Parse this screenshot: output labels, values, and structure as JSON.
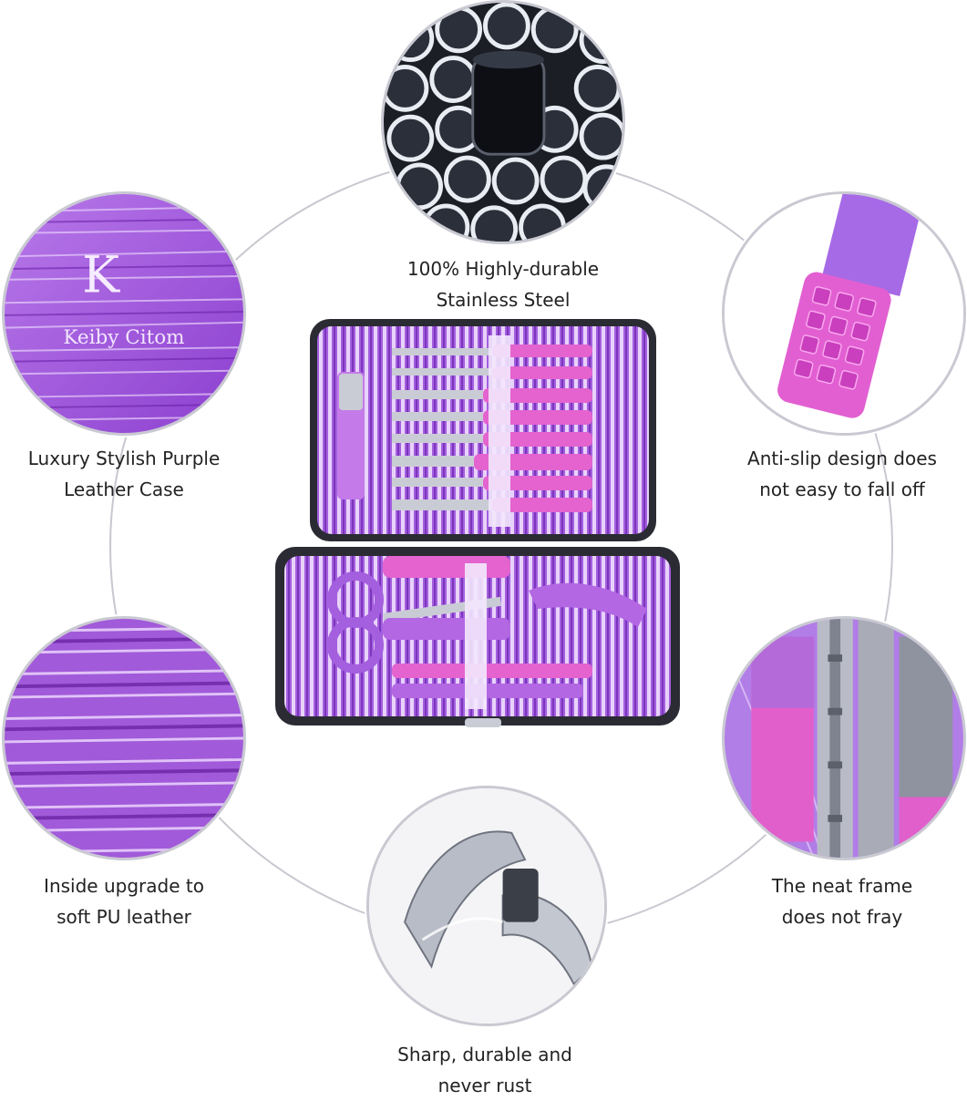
{
  "brand": {
    "name": "Keiby Citom",
    "monogram": "K"
  },
  "features": {
    "top": {
      "line1": "100% Highly-durable",
      "line2": "Stainless Steel",
      "icon": "steel-tubes-closeup"
    },
    "upper_left": {
      "line1": "Luxury Stylish Purple",
      "line2": "Leather Case",
      "icon": "purple-leather-closeup"
    },
    "upper_right": {
      "line1": "Anti-slip design does",
      "line2": "not easy to fall off",
      "icon": "anti-slip-handle-closeup"
    },
    "lower_left": {
      "line1": "Inside upgrade to",
      "line2": "soft PU leather",
      "icon": "pu-leather-closeup"
    },
    "lower_right": {
      "line1": "The neat frame",
      "line2": "does not fray",
      "icon": "frame-hinge-closeup"
    },
    "bottom": {
      "line1": "Sharp, durable and",
      "line2": "never rust",
      "icon": "cuticle-nipper-closeup"
    }
  },
  "colors": {
    "purple": "#9b4fd6",
    "pink": "#e35fc8",
    "lavender": "#c9a6ee",
    "ring": "#c8c8d0"
  }
}
